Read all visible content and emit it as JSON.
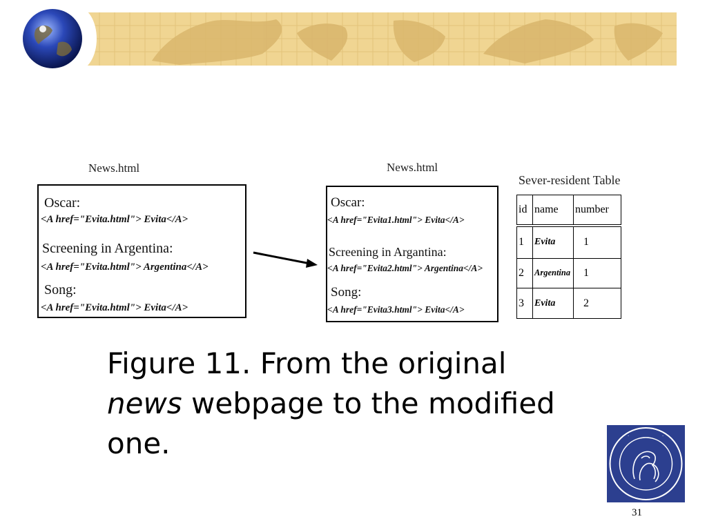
{
  "slide": {
    "page_number": "31",
    "caption": {
      "line1": "Figure 11. From the original",
      "italic_word": "news",
      "line2_rest": " webpage to the modified",
      "line3": "one."
    }
  },
  "original_page": {
    "title": "News.html",
    "entries": [
      {
        "label": "Oscar:",
        "code": "<A href=\"Evita.html\"> Evita</A>"
      },
      {
        "label": "Screening in Argentina:",
        "code": "<A href=\"Evita.html\"> Argentina</A>"
      },
      {
        "label": "Song:",
        "code": "<A href=\"Evita.html\"> Evita</A>"
      }
    ]
  },
  "modified_page": {
    "title": "News.html",
    "entries": [
      {
        "label": "Oscar:",
        "code": "<A href=\"Evita1.html\"> Evita</A>"
      },
      {
        "label": "Screening in Argantina:",
        "code": "<A href=\"Evita2.html\"> Argentina</A>"
      },
      {
        "label": "Song:",
        "code": "<A href=\"Evita3.html\"> Evita</A>"
      }
    ]
  },
  "resident_table": {
    "title": "Sever-resident Table",
    "headers": [
      "id",
      "name",
      "number"
    ],
    "rows": [
      [
        "1",
        "Evita",
        "1"
      ],
      [
        "2",
        "Argentina",
        "1"
      ],
      [
        "3",
        "Evita",
        "2"
      ]
    ]
  },
  "colors": {
    "banner": "#f0d592",
    "seal": "#2c3f8f"
  },
  "icons": {
    "globe": "globe-icon",
    "seal": "university-seal-logo"
  }
}
